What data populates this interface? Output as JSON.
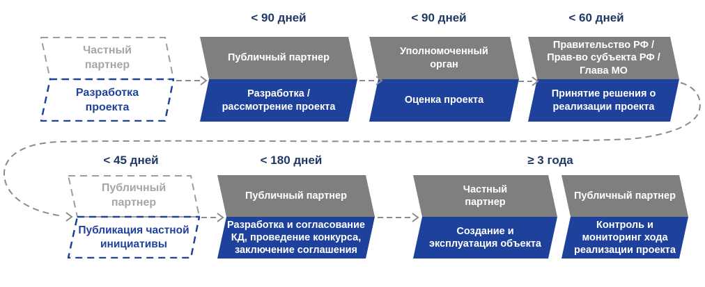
{
  "palette": {
    "block_gray": "#7F7F7F",
    "block_blue": "#1E429B",
    "duration_text_blue": "#1F3864",
    "dashed_outline_gray": "#9C9C9C",
    "dashed_outline_blue": "#1E429B",
    "start_top_text_gray": "#A6A6A6",
    "connector_gray": "#8A8A8A",
    "block_text": "#FFFFFF"
  },
  "row1": {
    "start": {
      "top": "Частный\nпартнер",
      "bottom": "Разработка\nпроекта"
    },
    "steps": [
      {
        "duration": "< 90 дней",
        "actor": "Публичный партнер",
        "action": "Разработка /\nрассмотрение проекта"
      },
      {
        "duration": "< 90 дней",
        "actor": "Уполномоченный\nорган",
        "action": "Оценка проекта"
      },
      {
        "duration": "< 60 дней",
        "actor": "Правительство РФ /\nПрав-во субъекта РФ /\nГлава МО",
        "action": "Принятие решения о\nреализации проекта"
      }
    ]
  },
  "row2": {
    "start": {
      "duration": "< 45 дней",
      "top": "Публичный\nпартнер",
      "bottom": "Публикация частной\nинициативы"
    },
    "steps": [
      {
        "duration": "< 180 дней",
        "actor": "Публичный партнер",
        "action": "Разработка и согласование\nКД, проведение конкурса,\nзаключение соглашения"
      },
      {
        "duration": "≥ 3 года",
        "actor": "Частный\nпартнер",
        "action": "Создание и\nэксплуатация объекта"
      },
      {
        "actor": "Публичный партнер",
        "action": "Контроль и\nмониторинг хода\nреализации проекта"
      }
    ]
  }
}
